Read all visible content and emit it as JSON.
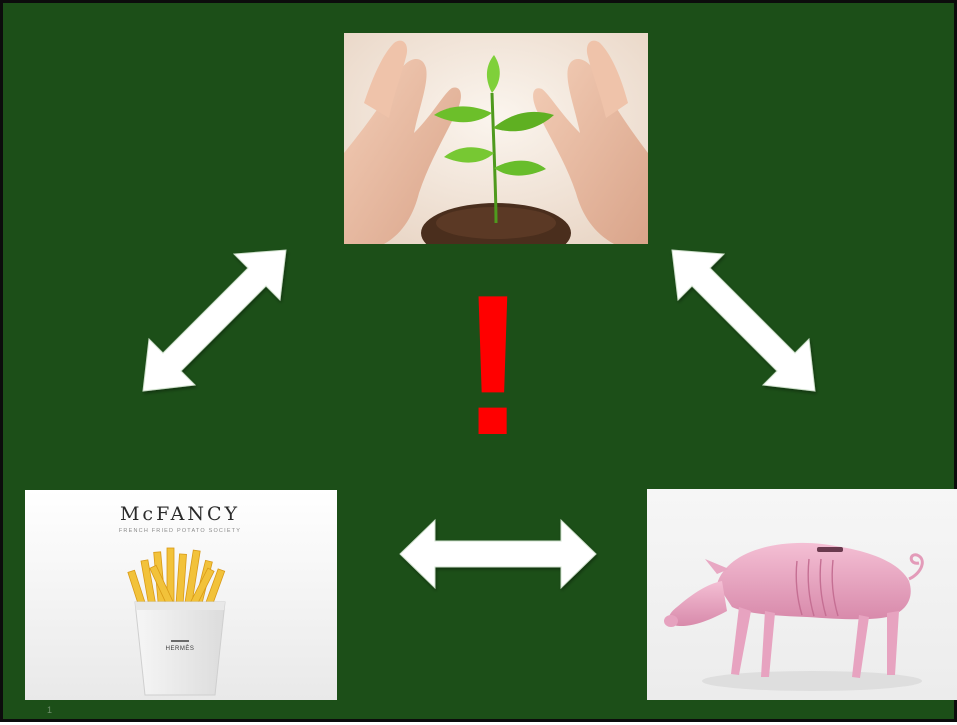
{
  "slide": {
    "background_color": "#1c4f18",
    "exclamation": "!",
    "exclamation_color": "#ff0000",
    "slide_number": "1"
  },
  "images": {
    "plant": {
      "icon": "hands-protecting-sprout-photo"
    },
    "fries": {
      "icon": "mcfancy-fries-photo",
      "brand": "McFANCY",
      "tagline": "FRENCH FRIED POTATO SOCIETY",
      "box_label": "HERMÈS"
    },
    "pig": {
      "icon": "skinny-piggy-bank-photo"
    }
  },
  "arrows": {
    "color": "#ffffff",
    "items": [
      {
        "name": "left-diagonal",
        "direction": "double-headed"
      },
      {
        "name": "right-diagonal",
        "direction": "double-headed"
      },
      {
        "name": "bottom-horizontal",
        "direction": "double-headed"
      }
    ]
  }
}
